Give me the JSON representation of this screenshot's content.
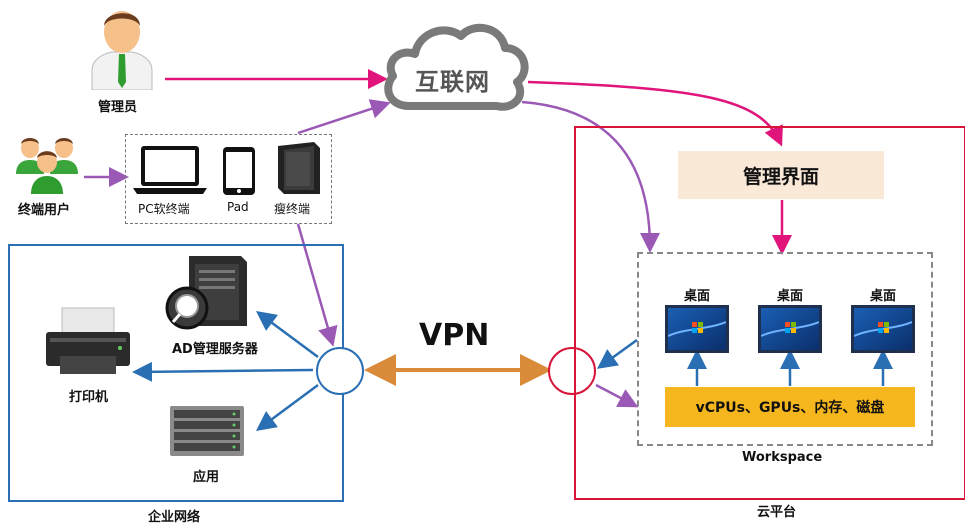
{
  "internet": "互联网",
  "admin_label": "管理员",
  "end_user_label": "终端用户",
  "devices": {
    "pc": "PC软终端",
    "pad": "Pad",
    "thin": "瘦终端"
  },
  "enterprise": {
    "title": "企业网络",
    "ad_server": "AD管理服务器",
    "printer": "打印机",
    "app": "应用"
  },
  "vpn": "VPN",
  "cloud": {
    "title": "云平台",
    "management_ui": "管理界面",
    "workspace": "Workspace",
    "desktop_label": "桌面",
    "resources": "vCPUs、GPUs、内存、磁盘"
  },
  "colors": {
    "admin_arrow": "#e0147a",
    "user_arrow": "#9b59b6",
    "enterprise": "#2a6fb3",
    "cloud": "#d8143a",
    "vpn": "#d98b3a",
    "resources": "#f5b71d"
  }
}
